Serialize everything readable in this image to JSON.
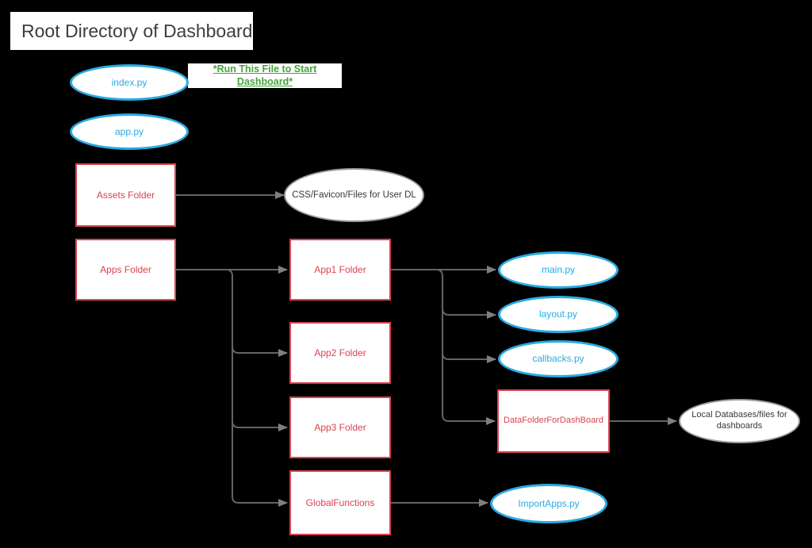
{
  "diagram": {
    "title": "Root Directory of Dashboard",
    "note": "*Run This File to Start Dashboard*",
    "colors": {
      "background": "#000000",
      "blue_node": "#29abe2",
      "red_node": "#d9444f",
      "gray_node_border": "#9c9c9c",
      "note_green": "#46a33c",
      "connector": "#646464",
      "arrowhead": "#7f7f7f",
      "title_text": "#3d3d3d"
    },
    "nodes": {
      "index_py": {
        "label": "index.py",
        "shape": "ellipse-blue"
      },
      "app_py": {
        "label": "app.py",
        "shape": "ellipse-blue"
      },
      "assets_folder": {
        "label": "Assets Folder",
        "shape": "rect-red"
      },
      "css_favicon": {
        "label": "CSS/Favicon/Files for User DL",
        "shape": "ellipse-gray"
      },
      "apps_folder": {
        "label": "Apps Folder",
        "shape": "rect-red"
      },
      "app1_folder": {
        "label": "App1 Folder",
        "shape": "rect-red"
      },
      "app2_folder": {
        "label": "App2 Folder",
        "shape": "rect-red"
      },
      "app3_folder": {
        "label": "App3 Folder",
        "shape": "rect-red"
      },
      "global_functions": {
        "label": "GlobalFunctions",
        "shape": "rect-red"
      },
      "main_py": {
        "label": "main.py",
        "shape": "ellipse-blue"
      },
      "layout_py": {
        "label": "layout.py",
        "shape": "ellipse-blue"
      },
      "callbacks_py": {
        "label": "callbacks.py",
        "shape": "ellipse-blue"
      },
      "data_folder": {
        "label": "DataFolderForDashBoard",
        "shape": "rect-red"
      },
      "local_db": {
        "label": "Local Databases/files for dashboards",
        "shape": "ellipse-gray"
      },
      "import_apps": {
        "label": "ImportApps.py",
        "shape": "ellipse-blue"
      }
    },
    "edges": [
      {
        "from": "Assets Folder",
        "to": "CSS/Favicon/Files for User DL"
      },
      {
        "from": "Apps Folder",
        "to": "App1 Folder"
      },
      {
        "from": "Apps Folder",
        "to": "App2 Folder"
      },
      {
        "from": "Apps Folder",
        "to": "App3 Folder"
      },
      {
        "from": "Apps Folder",
        "to": "GlobalFunctions"
      },
      {
        "from": "App1 Folder",
        "to": "main.py"
      },
      {
        "from": "App1 Folder",
        "to": "layout.py"
      },
      {
        "from": "App1 Folder",
        "to": "callbacks.py"
      },
      {
        "from": "App1 Folder",
        "to": "DataFolderForDashBoard"
      },
      {
        "from": "DataFolderForDashBoard",
        "to": "Local Databases/files for dashboards"
      },
      {
        "from": "GlobalFunctions",
        "to": "ImportApps.py"
      }
    ]
  }
}
